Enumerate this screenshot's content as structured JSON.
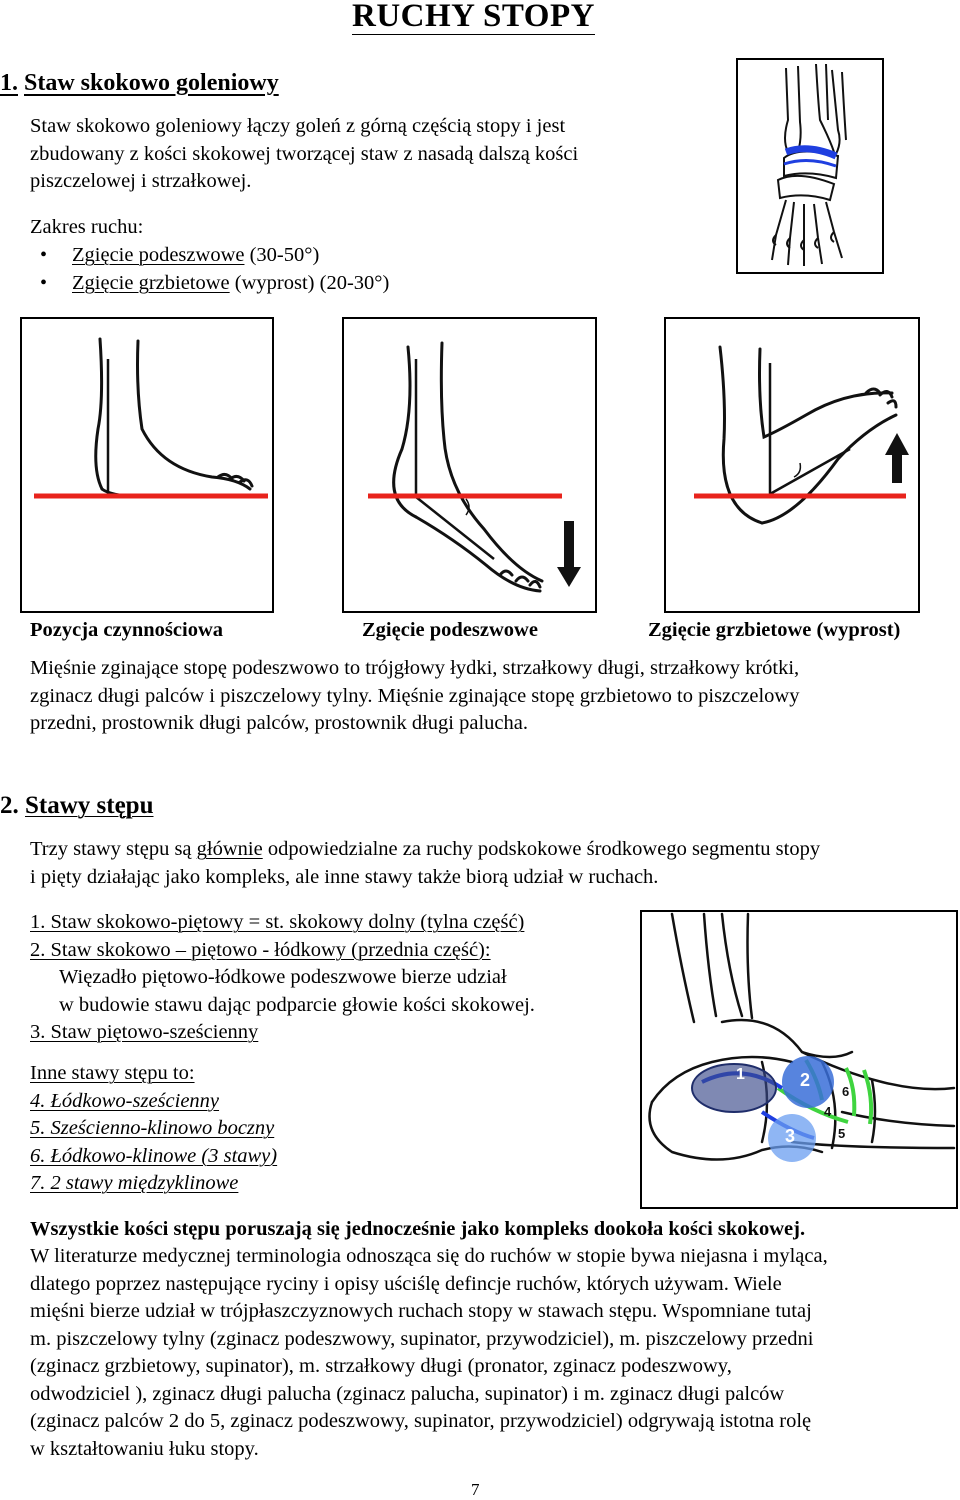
{
  "title": "RUCHY STOPY",
  "section1": {
    "number": "1.",
    "heading": "Staw skokowo goleniowy",
    "intro": [
      "Staw skokowo goleniowy łączy goleń z górną częścią stopy i jest",
      "zbudowany z kości skokowej tworzącej staw z nasadą dalszą kości",
      "piszczelowej i strzałkowej."
    ],
    "range_label": "Zakres ruchu:",
    "range_items": [
      {
        "name": "Zgięcie podeszwowe",
        "value": " (30-50°)"
      },
      {
        "name": "Zgięcie grzbietowe",
        "value": " (wyprost) (20-30°)"
      }
    ],
    "captions": [
      "Pozycja czynnościowa",
      "Zgięcie podeszwowe",
      "Zgięcie grzbietowe (wyprost)"
    ],
    "muscles": [
      "Mięśnie zginające stopę podeszwowo to trójgłowy łydki, strzałkowy długi, strzałkowy krótki,",
      "zginacz długi palców i piszczelowy tylny. Mięśnie zginające stopę grzbietowo to piszczelowy",
      "przedni, prostownik długi palców, prostownik długi palucha."
    ]
  },
  "section2": {
    "number": "2.",
    "heading": "Stawy stępu",
    "intro_before": "Trzy stawy stępu są ",
    "intro_underlined": "głównie",
    "intro_after": " odpowiedzialne za ruchy podskokowe środkowego segmentu stopy",
    "intro_line2": "i pięty działając jako kompleks, ale inne stawy także biorą udział w ruchach.",
    "main_joints": [
      "1.  Staw skokowo-piętowy =  st. skokowy dolny (tylna część)",
      "2.  Staw skokowo – piętowo - łódkowy (przednia część):",
      "Więzadło piętowo-łódkowe podeszwowe bierze udział",
      "w budowie stawu dając podparcie głowie kości skokowej.",
      "3.  Staw piętowo-sześcienny"
    ],
    "other_label": "Inne stawy stępu to:",
    "other_joints": [
      "4. Łódkowo-sześcienny",
      "5. Sześcienno-klinowo boczny",
      "6. Łódkowo-klinowe (3 stawy)",
      "7.  2 stawy międzyklinowe"
    ],
    "diagram_labels": [
      "1",
      "2",
      "3",
      "4",
      "5",
      "6"
    ],
    "bold_statement": "Wszystkie kości stępu poruszają się jednocześnie jako kompleks dookoła kości skokowej.",
    "body": [
      "W literaturze medycznej terminologia odnosząca się do ruchów w stopie bywa niejasna i myląca,",
      "dlatego poprzez następujące ryciny i opisy uściślę defincje ruchów, których używam. Wiele",
      "mięśni bierze udział w trójpłaszczyznowych ruchach stopy w stawach stępu. Wspomniane tutaj",
      "m. piszczelowy tylny (zginacz podeszwowy, supinator, przywodziciel), m. piszczelowy przedni",
      "(zginacz grzbietowy, supinator), m. strzałkowy długi (pronator, zginacz podeszwowy,",
      "odwodziciel ), zginacz długi palucha (zginacz palucha, supinator) i m. zginacz długi palców",
      "(zginacz palców 2 do 5, zginacz podeszwowy, supinator, przywodziciel) odgrywają istotna rolę",
      "w kształtowaniu łuku stopy."
    ]
  },
  "page_number": "7",
  "colors": {
    "red_line": "#e8231c",
    "blue_joint": "#1f3fe0",
    "green_joint": "#3fd43f",
    "circle_blue": "#3a6fd8"
  }
}
